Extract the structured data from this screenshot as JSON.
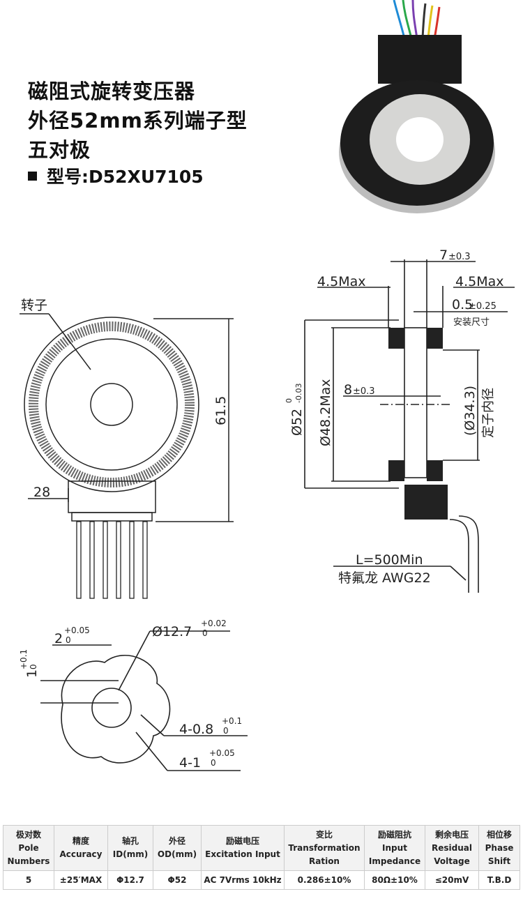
{
  "title": {
    "line1": "磁阻式旋转变压器",
    "line2": "外径52mm系列端子型",
    "line3": "五对极",
    "model": "型号:D52XU7105"
  },
  "drawing_front": {
    "rotor_label": "转子",
    "height_dim": "61.5",
    "width_dim": "28"
  },
  "drawing_side": {
    "width_total": "7",
    "width_total_tol": "±0.3",
    "left_max": "4.5Max",
    "right_max": "4.5Max",
    "mount_dim": "0.5",
    "mount_tol": "±0.25",
    "mount_label": "安装尺寸",
    "od_dim": "Ø52",
    "od_tol_upper": "0",
    "od_tol_lower": "-0.03",
    "inner_max": "Ø48.2Max",
    "rotor_width": "8",
    "rotor_width_tol": "±0.3",
    "stator_id": "(Ø34.3)",
    "stator_id_label": "定子内径",
    "lead_length": "L=500Min",
    "lead_spec": "特氟龙 AWG22"
  },
  "drawing_rotor": {
    "key_width": "2",
    "key_width_upper": "+0.05",
    "key_width_lower": "0",
    "key_depth": "1",
    "key_depth_upper": "+0.1",
    "key_depth_lower": "0",
    "bore": "Ø12.7",
    "bore_upper": "+0.02",
    "bore_lower": "0",
    "slot1": "4-0.8",
    "slot1_upper": "+0.1",
    "slot1_lower": "0",
    "slot2": "4-1",
    "slot2_upper": "+0.05",
    "slot2_lower": "0"
  },
  "spec_table": {
    "headers": [
      [
        "极对数",
        "Pole",
        "Numbers"
      ],
      [
        "精度",
        "Accuracy"
      ],
      [
        "轴孔",
        "ID(mm)"
      ],
      [
        "外径",
        "OD(mm)"
      ],
      [
        "励磁电压",
        "Excitation Input"
      ],
      [
        "变比",
        "Transformation",
        "Ration"
      ],
      [
        "励磁阻抗",
        "Input",
        "Impedance"
      ],
      [
        "剩余电压",
        "Residual",
        "Voltage"
      ],
      [
        "相位移",
        "Phase",
        "Shift"
      ]
    ],
    "row": [
      "5",
      "±25′MAX",
      "Φ12.7",
      "Φ52",
      "AC 7Vrms 10kHz",
      "0.286±10%",
      "80Ω±10%",
      "≤20mV",
      "T.B.D"
    ]
  }
}
